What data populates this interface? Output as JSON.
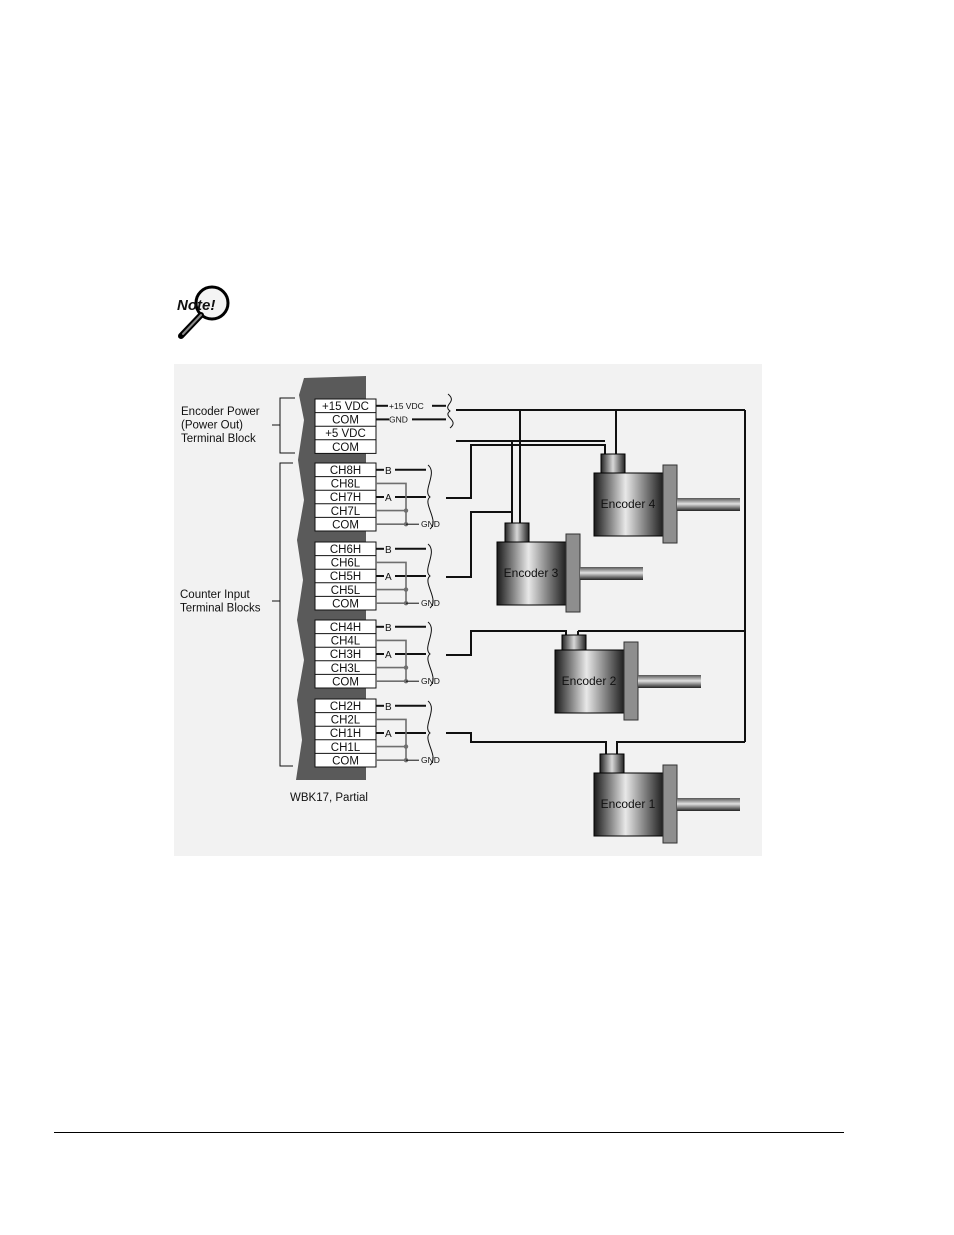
{
  "note_icon": {
    "icon": "magnifier-note-icon",
    "text": "Note!"
  },
  "power_block": {
    "caption_lines": [
      "Encoder Power",
      "(Power Out)",
      "Terminal Block"
    ],
    "terminals": [
      "+15 VDC",
      "COM",
      "+5 VDC",
      "COM"
    ],
    "wire_15v": "+15 VDC",
    "wire_gnd": "GND"
  },
  "counter_blocks": {
    "caption_lines": [
      "Counter Input",
      "Terminal Blocks"
    ],
    "groups": [
      {
        "terminals": [
          "CH8H",
          "CH8L",
          "CH7H",
          "CH7L",
          "COM"
        ],
        "b": "B",
        "a": "A",
        "gnd": "GND"
      },
      {
        "terminals": [
          "CH6H",
          "CH6L",
          "CH5H",
          "CH5L",
          "COM"
        ],
        "b": "B",
        "a": "A",
        "gnd": "GND"
      },
      {
        "terminals": [
          "CH4H",
          "CH4L",
          "CH3H",
          "CH3L",
          "COM"
        ],
        "b": "B",
        "a": "A",
        "gnd": "GND"
      },
      {
        "terminals": [
          "CH2H",
          "CH2L",
          "CH1H",
          "CH1L",
          "COM"
        ],
        "b": "B",
        "a": "A",
        "gnd": "GND"
      }
    ]
  },
  "encoders": [
    "Encoder 4",
    "Encoder 3",
    "Encoder 2",
    "Encoder 1"
  ],
  "module_caption": "WBK17, Partial",
  "colors": {
    "wire": "#111111",
    "terminal_strip": "#5a5a5a",
    "panel": "#f2f2f2"
  }
}
